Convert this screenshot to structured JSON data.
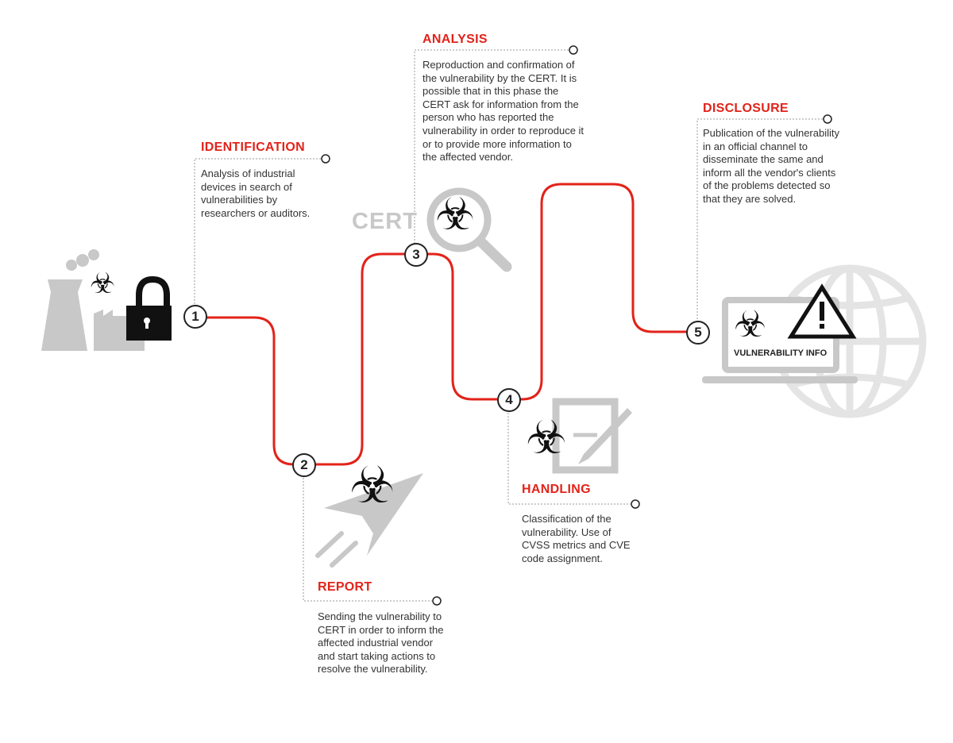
{
  "steps": [
    {
      "number": "1",
      "title": "IDENTIFICATION",
      "description": "Analysis of industrial devices in search of vulnerabilities by researchers or auditors."
    },
    {
      "number": "2",
      "title": "REPORT",
      "description": "Sending the vulnerability to CERT in order to inform the affected industrial vendor and start taking actions to resolve the vulnerability."
    },
    {
      "number": "3",
      "title": "ANALYSIS",
      "description": "Reproduction and confirmation of the vulnerability by the CERT. It is possible that in this phase the CERT ask for information from the person who has reported the vulnerability in order to reproduce it or to provide more information to the affected vendor."
    },
    {
      "number": "4",
      "title": "HANDLING",
      "description": "Classification of the vulnerability. Use of CVSS metrics and CVE code assignment."
    },
    {
      "number": "5",
      "title": "DISCLOSURE",
      "description": "Publication of the vulnerability in an official channel to disseminate the same and inform all the vendor's clients of the problems detected so that they are solved."
    }
  ],
  "labels": {
    "cert": "CERT",
    "vulnerability_info": "VULNERABILITY INFO",
    "biohazard": "☣"
  },
  "colors": {
    "accent": "#e2231a",
    "grey": "#c8c8c8",
    "dark": "#111111"
  }
}
